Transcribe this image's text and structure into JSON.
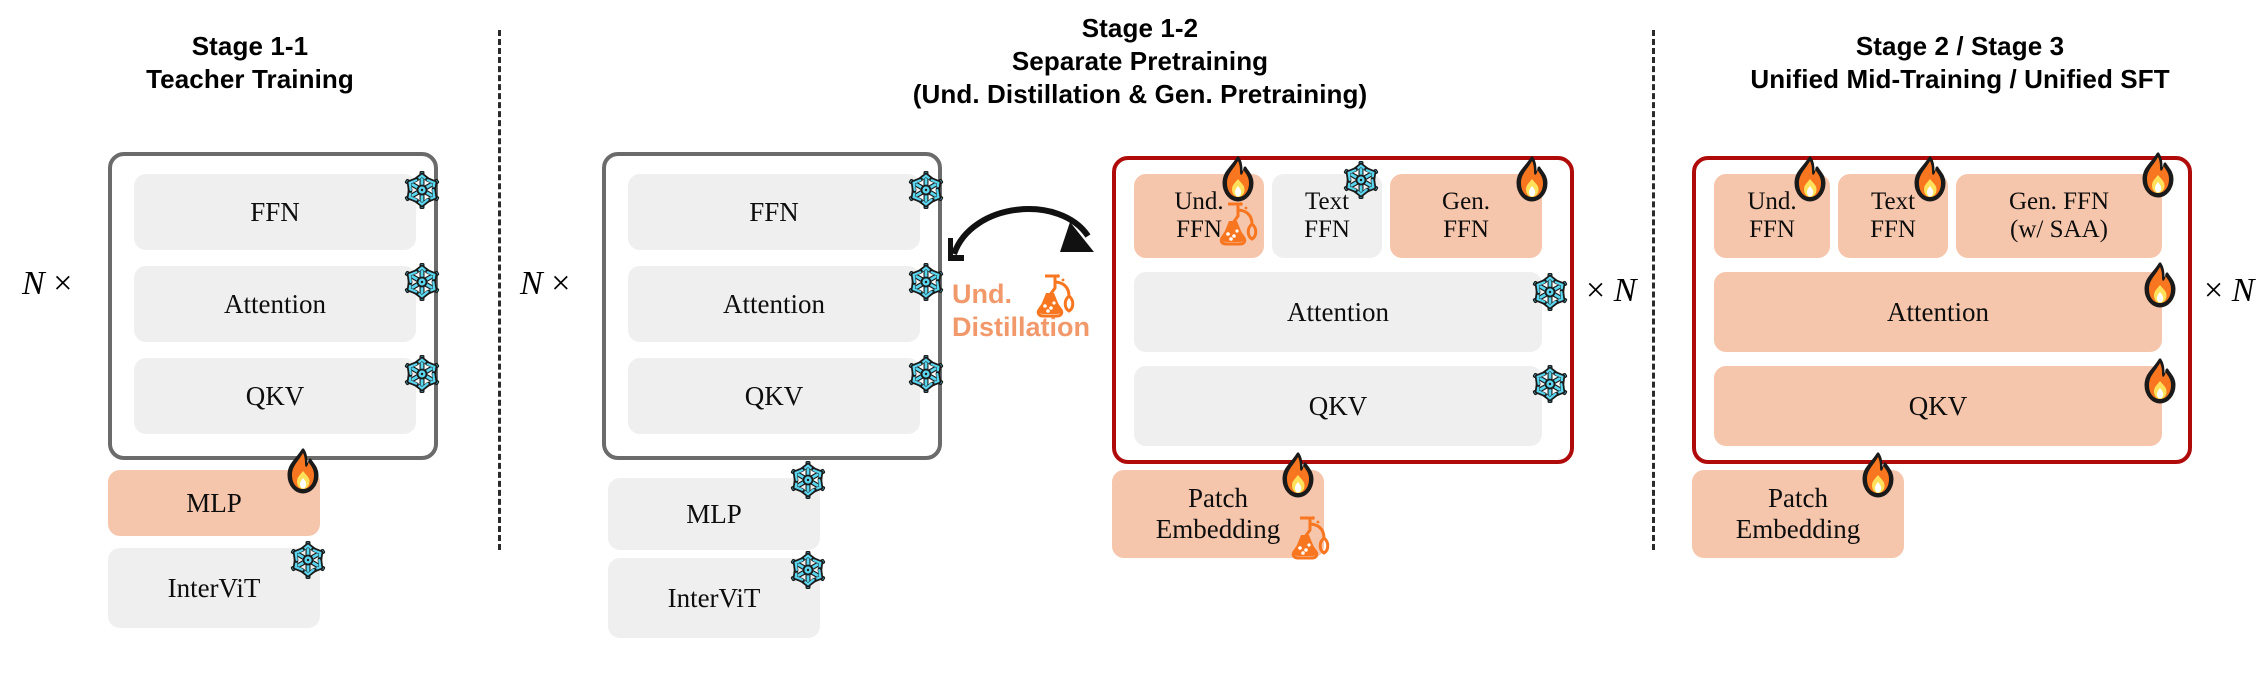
{
  "diagram": {
    "title_columns": [
      {
        "lines": [
          "Stage 1-1",
          "Teacher Training"
        ]
      },
      {
        "lines": [
          "Stage 1-2",
          "Separate Pretraining",
          "(Und. Distillation & Gen. Pretraining)"
        ]
      },
      {
        "lines": [
          "Stage 2  /  Stage 3",
          "Unified Mid-Training  /  Unified SFT"
        ]
      }
    ],
    "annotation": {
      "distillation_line1": "Und.",
      "distillation_line2": "Distillation",
      "distillation_icon": "alembic-icon",
      "arrow_icon": "curved-arrow-icon",
      "color": "#f2996b"
    },
    "colors": {
      "peach": "#f6c6ac",
      "gray_block": "#efefef",
      "gray_border": "#6b6b6b",
      "red_border": "#b00b0b",
      "fire": "#f7761f",
      "snowflake": "#5bd6ef",
      "accent_text": "#f2996b"
    },
    "multipliers": {
      "left_prefix": "N",
      "left_symbol": "×",
      "right_symbol": "×",
      "right_suffix": "N"
    },
    "panels": [
      {
        "id": "stage-1-1",
        "stack_border": "gray",
        "repeat_label": {
          "position": "left",
          "text_before": "N",
          "symbol": "×"
        },
        "stack_blocks": [
          {
            "label": "FFN",
            "fill": "gray",
            "status": "snowflake-icon"
          },
          {
            "label": "Attention",
            "fill": "gray",
            "status": "snowflake-icon"
          },
          {
            "label": "QKV",
            "fill": "gray",
            "status": "snowflake-icon"
          }
        ],
        "outside_blocks": [
          {
            "label": "MLP",
            "fill": "peach",
            "status": "fire-icon"
          },
          {
            "label": "InterViT",
            "fill": "gray",
            "status": "snowflake-icon"
          }
        ]
      },
      {
        "id": "stage-1-2-teacher",
        "stack_border": "gray",
        "repeat_label": {
          "position": "left",
          "text_before": "N",
          "symbol": "×"
        },
        "stack_blocks": [
          {
            "label": "FFN",
            "fill": "gray",
            "status": "snowflake-icon"
          },
          {
            "label": "Attention",
            "fill": "gray",
            "status": "snowflake-icon"
          },
          {
            "label": "QKV",
            "fill": "gray",
            "status": "snowflake-icon"
          }
        ],
        "outside_blocks": [
          {
            "label": "MLP",
            "fill": "gray",
            "status": "snowflake-icon"
          },
          {
            "label": "InterViT",
            "fill": "gray",
            "status": "snowflake-icon"
          }
        ]
      },
      {
        "id": "stage-1-2-student",
        "stack_border": "red",
        "repeat_label": {
          "position": "right",
          "symbol": "×",
          "text_after": "N"
        },
        "ffn_row": [
          {
            "label_line1": "Und.",
            "label_line2": "FFN",
            "fill": "peach",
            "status": "fire-icon",
            "extra_icon": "alembic-icon"
          },
          {
            "label_line1": "Text",
            "label_line2": "FFN",
            "fill": "gray",
            "status": "snowflake-icon"
          },
          {
            "label_line1": "Gen.",
            "label_line2": "FFN",
            "fill": "peach",
            "status": "fire-icon"
          }
        ],
        "stack_blocks": [
          {
            "label": "Attention",
            "fill": "gray",
            "status": "snowflake-icon"
          },
          {
            "label": "QKV",
            "fill": "gray",
            "status": "snowflake-icon"
          }
        ],
        "outside_blocks": [
          {
            "label_line1": "Patch",
            "label_line2": "Embedding",
            "fill": "peach",
            "status": "fire-icon",
            "extra_icon": "alembic-icon"
          }
        ]
      },
      {
        "id": "stage-2-3",
        "stack_border": "red",
        "repeat_label": {
          "position": "right",
          "symbol": "×",
          "text_after": "N"
        },
        "ffn_row": [
          {
            "label_line1": "Und.",
            "label_line2": "FFN",
            "fill": "peach",
            "status": "fire-icon"
          },
          {
            "label_line1": "Text",
            "label_line2": "FFN",
            "fill": "peach",
            "status": "fire-icon"
          },
          {
            "label_line1": "Gen. FFN",
            "label_line2": "(w/ SAA)",
            "fill": "peach",
            "status": "fire-icon"
          }
        ],
        "stack_blocks": [
          {
            "label": "Attention",
            "fill": "peach",
            "status": "fire-icon"
          },
          {
            "label": "QKV",
            "fill": "peach",
            "status": "fire-icon"
          }
        ],
        "outside_blocks": [
          {
            "label_line1": "Patch",
            "label_line2": "Embedding",
            "fill": "peach",
            "status": "fire-icon"
          }
        ]
      }
    ]
  }
}
